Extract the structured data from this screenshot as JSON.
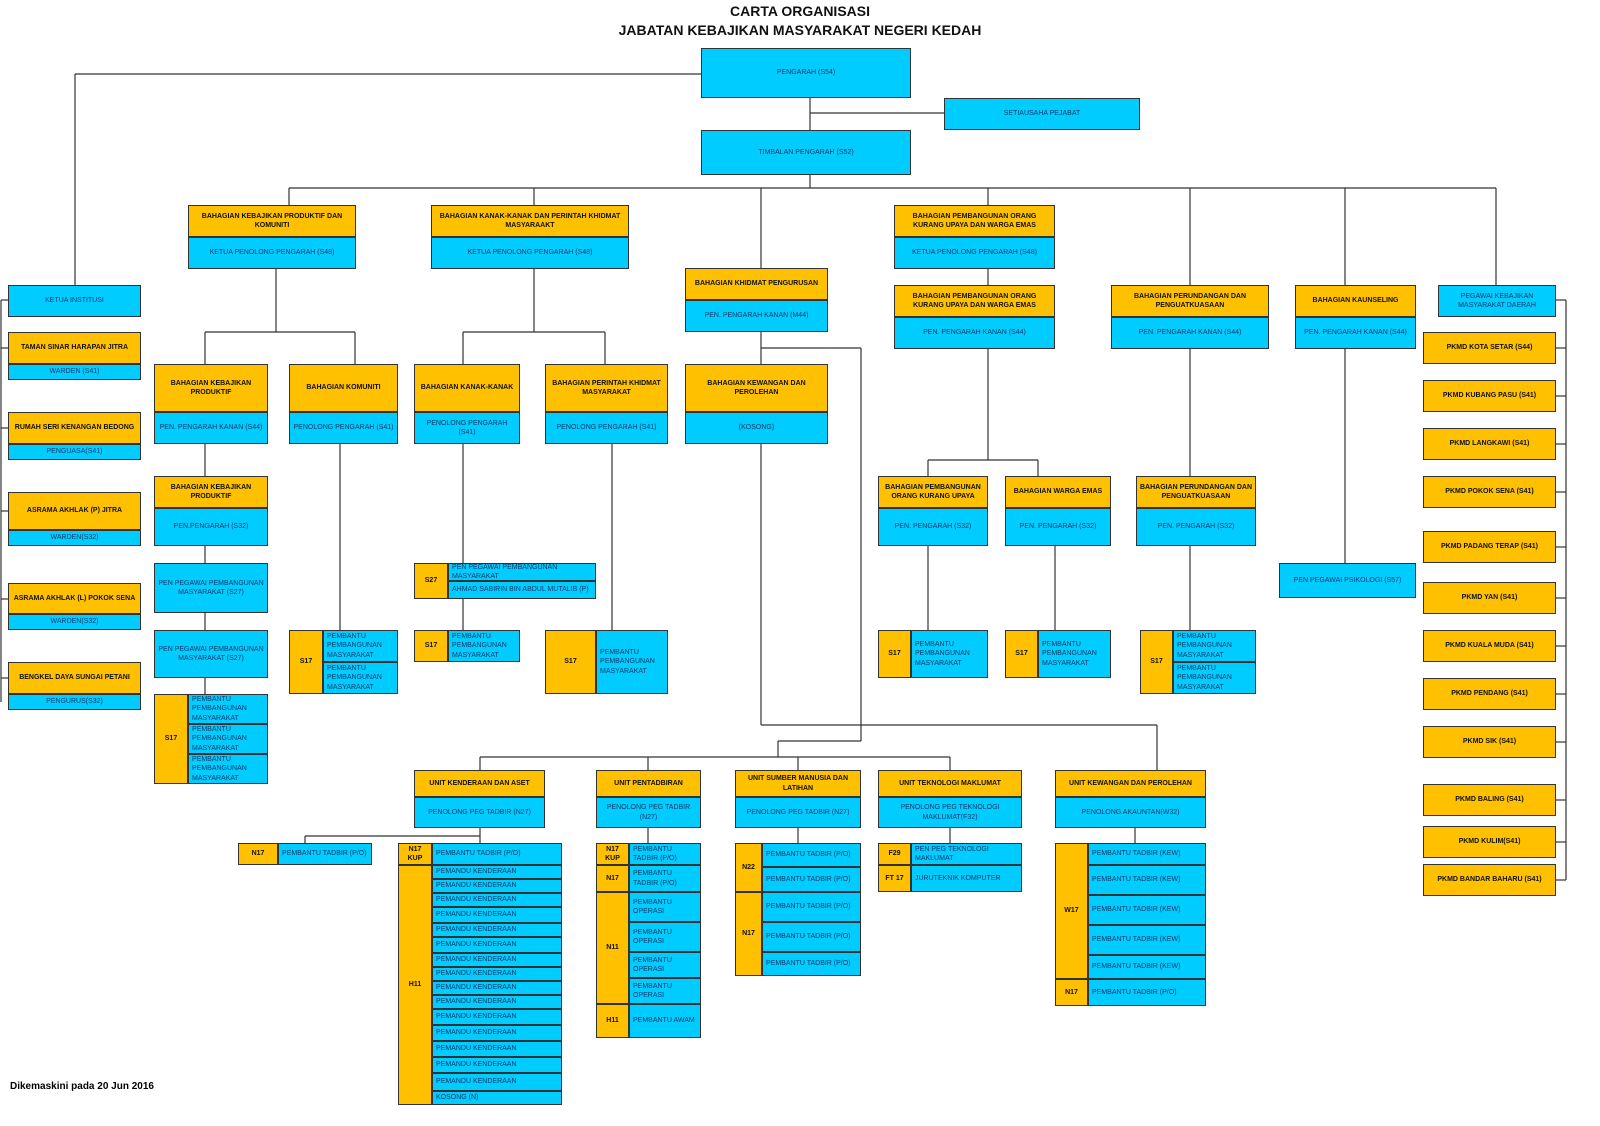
{
  "header": {
    "title": "CARTA ORGANISASI",
    "subtitle": "JABATAN KEBAJIKAN MASYARAKAT NEGERI KEDAH"
  },
  "footer": "Dikemaskini pada 20 Jun 2016",
  "colors": {
    "orange": "#FFC000",
    "blue": "#00CCFF"
  },
  "nodes": {
    "pengarah": {
      "body": "PENGARAH (S54)"
    },
    "setiausaha": {
      "body": "SETIAUSAHA PEJABAT"
    },
    "timbalan": {
      "body": "TIMBALAN PENGARAH (S52)"
    },
    "bkpk": {
      "head": "BAHAGIAN KEBAJIKAN PRODUKTIF DAN KOMUNITI",
      "body": "KETUA PENOLONG PENGARAH (S48)"
    },
    "bkkpkm": {
      "head": "BAHAGIAN KANAK-KANAK DAN PERINTAH KHIDMAT MASYARAAKT",
      "body": "KETUA PENOLONG PENGARAH (S48)"
    },
    "bkp": {
      "head": "BAHAGIAN KHIDMAT PENGURUSAN",
      "body": "PEN. PENGARAH KANAN (M44)"
    },
    "boku1": {
      "head": "BAHAGIAN PEMBANGUNAN ORANG KURANG UPAYA DAN WARGA EMAS",
      "body": "KETUA PENOLONG PENGARAH (S48)"
    },
    "boku2": {
      "head": "BAHAGIAN PEMBANGUNAN ORANG KURANG UPAYA DAN WARGA EMAS",
      "body": "PEN. PENGARAH KANAN (S44)"
    },
    "bpp": {
      "head": "BAHAGIAN PERUNDANGAN DAN PENGUATKUASAAN",
      "body": "PEN. PENGARAH KANAN (S44)"
    },
    "bk": {
      "head": "BAHAGIAN KAUNSELING",
      "body": "PEN. PENGARAH KANAN (S44)"
    },
    "pkmd": {
      "body": "PEGAWAI KEBAJIKAN MASYARAKAT DAERAH"
    },
    "ketua_institusi": {
      "body": "KETUA INSTITUSI"
    },
    "inst1": {
      "head": "TAMAN SINAR HARAPAN JITRA",
      "body": "WARDEN (S41)"
    },
    "inst2": {
      "head": "RUMAH SERI KENANGAN BEDONG",
      "body": "PENGUASA(S41)"
    },
    "inst3": {
      "head": "ASRAMA AKHLAK (P) JITRA",
      "body": "WARDEN(S32)"
    },
    "inst4": {
      "head": "ASRAMA AKHLAK (L) POKOK SENA",
      "body": "WARDEN(S32)"
    },
    "inst5": {
      "head": "BENGKEL DAYA SUNGAI PETANI",
      "body": "PENGURUS(S32)"
    },
    "d1": {
      "body": "PKMD KOTA SETAR (S44)"
    },
    "d2": {
      "body": "PKMD KUBANG PASU (S41)"
    },
    "d3": {
      "body": "PKMD LANGKAWI (S41)"
    },
    "d4": {
      "body": "PKMD POKOK SENA (S41)"
    },
    "d5": {
      "body": "PKMD PADANG TERAP (S41)"
    },
    "d6": {
      "body": "PKMD YAN (S41)"
    },
    "d7": {
      "body": "PKMD KUALA MUDA (S41)"
    },
    "d8": {
      "body": "PKMD PENDANG (S41)"
    },
    "d9": {
      "body": "PKMD SIK (S41)"
    },
    "d10": {
      "body": "PKMD BALING (S41)"
    },
    "d11": {
      "body": "PKMD KULIM(S41)"
    },
    "d12": {
      "body": "PKMD BANDAR BAHARU (S41)"
    },
    "bprod": {
      "head": "BAHAGIAN KEBAJIKAN PRODUKTIF",
      "body": "PEN. PENGARAH KANAN (S44)"
    },
    "bkom": {
      "head": "BAHAGIAN KOMUNITI",
      "body": "PENOLONG PENGARAH  (S41)"
    },
    "bkk": {
      "head": "BAHAGIAN KANAK-KANAK",
      "body": "PENOLONG PENGARAH (S41)"
    },
    "bpkm": {
      "head": "BAHAGIAN  PERINTAH KHIDMAT MASYARAKAT",
      "body": "PENOLONG PENGARAH     (S41)"
    },
    "bkew": {
      "head": "BAHAGIAN KEWANGAN DAN  PEROLEHAN",
      "body": "(KOSONG)"
    },
    "bprod2": {
      "head": "BAHAGIAN KEBAJIKAN PRODUKTIF",
      "body": "PEN.PENGARAH (S32)"
    },
    "ppm1": {
      "body": "PEN PEGAWAI PEMBANGUNAN MASYARAKAT (S27)"
    },
    "ppm2": {
      "body": "PEN PEGAWAI PEMBANGUNAN MASYARAKAT (S27)"
    },
    "boku3": {
      "head": "BAHAGIAN PEMBANGUNAN ORANG KURANG UPAYA",
      "body": "PEN.  PENGARAH (S32)"
    },
    "bwe": {
      "head": "BAHAGIAN WARGA EMAS",
      "body": "PEN.  PENGARAH (S32)"
    },
    "bpp2": {
      "head": "BAHAGIAN PERUNDANGAN DAN PENGUATKUASAAN",
      "body": "PEN. PENGARAH (S32)"
    },
    "psiko": {
      "body": "PEN PEGAWAI PSIKOLOGI (S57)"
    },
    "u1": {
      "head": "UNIT KENDERAAN DAN ASET",
      "body": "PENOLONG PEG TADBIR (N27)"
    },
    "u2": {
      "head": "UNIT PENTADBIRAN",
      "body": "PENOLONG PEG TADBIR (N27)"
    },
    "u3": {
      "head": "UNIT SUMBER MANUSIA DAN LATIHAN",
      "body": "PENOLONG PEG TADBIR (N27)"
    },
    "u4": {
      "head": "UNIT TEKNOLOGI MAKLUMAT",
      "body": "PENOLONG PEG TEKNOLOGI MAKLUMAT(F32)"
    },
    "u5": {
      "head": "UNIT  KEWANGAN  DAN  PEROLEHAN",
      "body": "PENOLONG AKAUNTAN(W32)"
    }
  },
  "staff": {
    "s_prod": [
      {
        "grade": "S17",
        "rows": [
          "PEMBANTU PEMBANGUNAN MASYARAKAT",
          "PEMBANTU PEMBANGUNAN MASYARAKAT",
          "PEMBANTU PEMBANGUNAN MASYARAKAT"
        ]
      }
    ],
    "s_kom": [
      {
        "grade": "S17",
        "rows": [
          "PEMBANTU PEMBANGUNAN MASYARAKAT",
          "PEMBANTU PEMBANGUNAN MASYARAKAT"
        ]
      }
    ],
    "s_kk27": [
      {
        "grade": "S27",
        "rows": [
          "PEN PEGAWAI PEMBANGUNAN MASYARAKAT",
          "AHMAD SABIRIN BIN ABDUL MUTALIB (P)"
        ]
      }
    ],
    "s_kk17": [
      {
        "grade": "S17",
        "rows": [
          "PEMBANTU PEMBANGUNAN MASYARAKAT"
        ]
      }
    ],
    "s_pkm": [
      {
        "grade": "S17",
        "rows": [
          "PEMBANTU PEMBANGUNAN MASYARAKAT"
        ]
      }
    ],
    "s_oku": [
      {
        "grade": "S17",
        "rows": [
          "PEMBANTU PEMBANGUNAN MASYARAKAT"
        ]
      }
    ],
    "s_we": [
      {
        "grade": "S17",
        "rows": [
          "PEMBANTU PEMBANGUNAN MASYARAKAT"
        ]
      }
    ],
    "s_pp": [
      {
        "grade": "S17",
        "rows": [
          "PEMBANTU PEMBANGUNAN MASYARAKAT",
          "PEMBANTU PEMBANGUNAN MASYARAKAT"
        ]
      }
    ],
    "s_n17": [
      {
        "grade": "N17",
        "rows": [
          "PEMBANTU TADBIR (P/O)"
        ]
      }
    ],
    "s_ken": [
      {
        "grade": "N17 KUP",
        "rows": [
          "PEMBANTU TADBIR (P/O)"
        ]
      },
      {
        "grade": "H11",
        "rows": [
          "PEMANDU KENDERAAN",
          "PEMANDU KENDERAAN",
          "PEMANDU KENDERAAN",
          "PEMANDU KENDERAAN",
          "PEMANDU KENDERAAN",
          "PEMANDU KENDERAAN",
          "PEMANDU KENDERAAN",
          "PEMANDU KENDERAAN",
          "PEMANDU KENDERAAN",
          "PEMANDU KENDERAAN",
          "PEMANDU KENDERAAN",
          "PEMANDU KENDERAAN",
          "PEMANDU KENDERAAN",
          "PEMANDU KENDERAAN",
          "PEMANDU KENDERAAN",
          "KOSONG  (N)"
        ]
      }
    ],
    "s_pent": [
      {
        "grade": "N17 KUP",
        "rows": [
          "PEMBANTU TADBIR (P/O)"
        ]
      },
      {
        "grade": "N17",
        "rows": [
          "PEMBANTU TADBIR (P/O)"
        ]
      },
      {
        "grade": "N11",
        "rows": [
          "PEMBANTU OPERASI",
          "PEMBANTU OPERASI",
          "PEMBANTU OPERASI",
          "PEMBANTU OPERASI"
        ]
      },
      {
        "grade": "H11",
        "rows": [
          "PEMBANTU AWAM"
        ]
      }
    ],
    "s_sm": [
      {
        "grade": "N22",
        "rows": [
          "PEMBANTU TADBIR (P/O)",
          "PEMBANTU TADBIR (P/O)"
        ]
      },
      {
        "grade": "N17",
        "rows": [
          "PEMBANTU TADBIR (P/O)",
          "PEMBANTU TADBIR (P/O)",
          "PEMBANTU TADBIR (P/O)"
        ]
      }
    ],
    "s_it": [
      {
        "grade": "F29",
        "rows": [
          "PEN PEG TEKNOLOGI MAKLUMAT"
        ]
      },
      {
        "grade": "FT 17",
        "rows": [
          "JURUTEKNIK KOMPUTER"
        ]
      }
    ],
    "s_kew": [
      {
        "grade": "W17",
        "rows": [
          "PEMBANTU TADBIR (KEW)",
          "PEMBANTU TADBIR (KEW)",
          "PEMBANTU TADBIR (KEW)",
          "PEMBANTU TADBIR (KEW)",
          "PEMBANTU TADBIR (KEW)"
        ]
      },
      {
        "grade": "N17",
        "rows": [
          "PEMBANTU TADBIR (P/O)"
        ]
      }
    ]
  }
}
